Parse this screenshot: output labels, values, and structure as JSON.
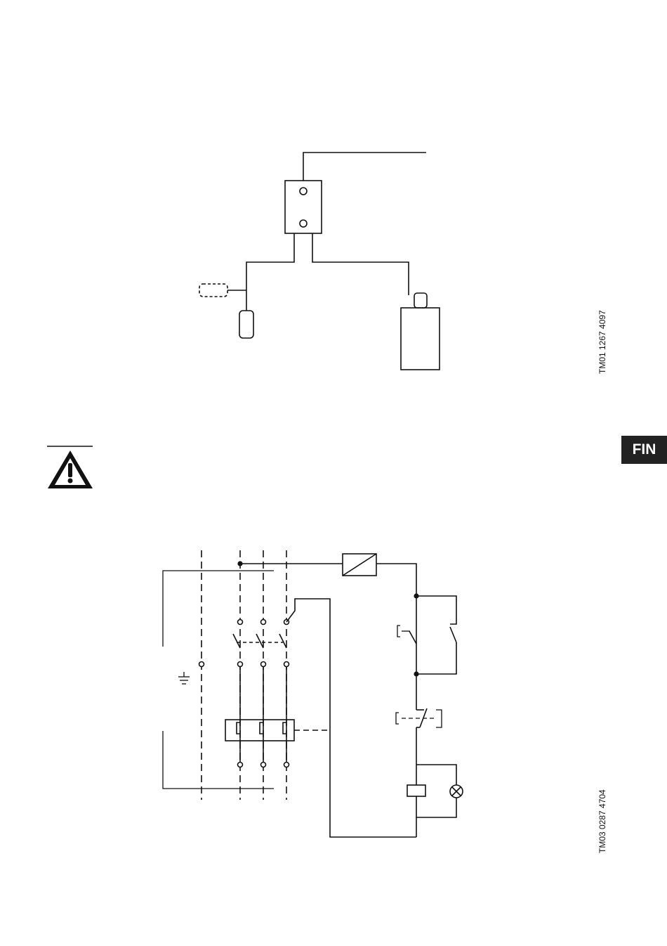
{
  "language_tab": "FIN",
  "figure_codes": {
    "top": "TM01 1267 4097",
    "bottom": "TM03 0287 4704"
  },
  "icons": {
    "warning": "warning-triangle-icon",
    "ground": "ground-symbol-icon",
    "lamp": "indicator-lamp-icon"
  },
  "colors": {
    "ink": "#111111",
    "tab_background": "#222222",
    "tab_text": "#ffffff"
  }
}
